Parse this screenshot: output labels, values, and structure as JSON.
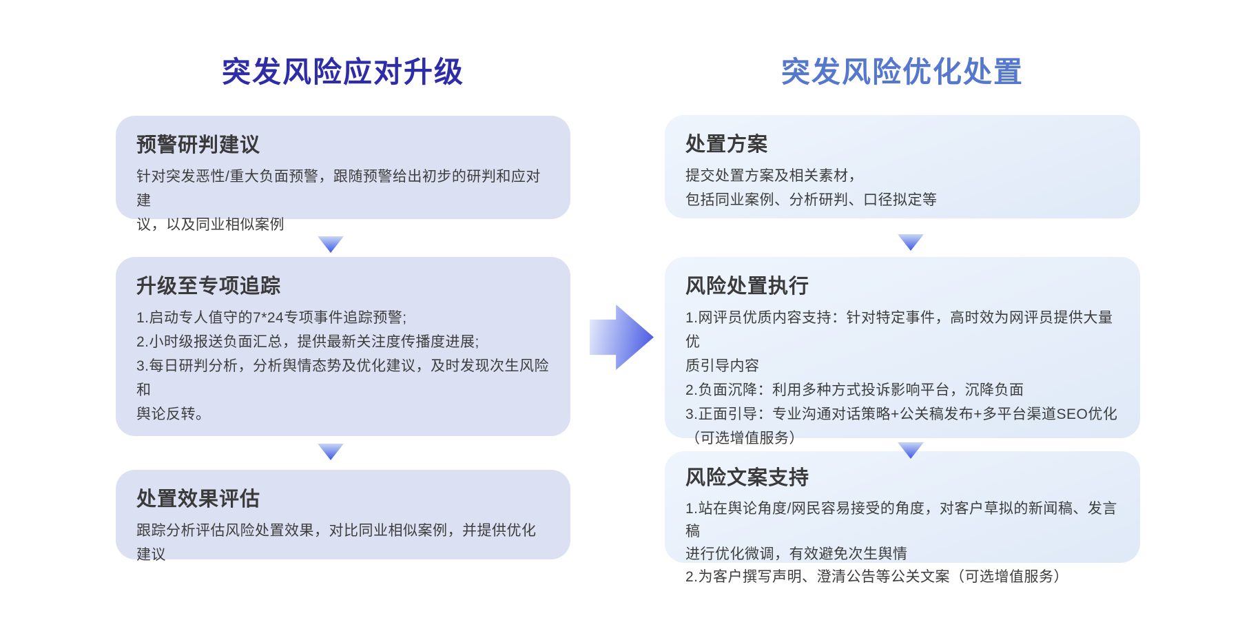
{
  "colors": {
    "title-left": "#2F2CA8",
    "title-right": "#5577CC",
    "card-left-bg": "#DCE0F3",
    "card-right-bg1": "#EFF5FD",
    "card-right-bg2": "#DFE9F7",
    "arrow-light": "#C9D6F3",
    "arrow-dark": "#3A57E6",
    "flow-arrow-start": "#EAEFFB",
    "flow-arrow-mid": "#8A99EE",
    "flow-arrow-end": "#4150E0",
    "card-title-text": "#3A3A3A",
    "card-body-text": "#3D3D3D"
  },
  "columns": [
    {
      "title": "突发风险应对升级",
      "cards": [
        {
          "title": "预警研判建议",
          "body": "针对突发恶性/重大负面预警，跟随预警给出初步的研判和应对建\n议，以及同业相似案例"
        },
        {
          "title": "升级至专项追踪",
          "body": "1.启动专人值守的7*24专项事件追踪预警;\n2.小时级报送负面汇总，提供最新关注度传播度进展;\n3.每日研判分析，分析舆情态势及优化建议，及时发现次生风险和\n舆论反转。"
        },
        {
          "title": "处置效果评估",
          "body": "跟踪分析评估风险处置效果，对比同业相似案例，并提供优化建议"
        }
      ]
    },
    {
      "title": "突发风险优化处置",
      "cards": [
        {
          "title": "处置方案",
          "body": "提交处置方案及相关素材，\n包括同业案例、分析研判、口径拟定等"
        },
        {
          "title": "风险处置执行",
          "body": "1.网评员优质内容支持：针对特定事件，高时效为网评员提供大量优\n质引导内容\n2.负面沉降：利用多种方式投诉影响平台，沉降负面\n3.正面引导：专业沟通对话策略+公关稿发布+多平台渠道SEO优化\n（可选增值服务）"
        },
        {
          "title": "风险文案支持",
          "body": "1.站在舆论角度/网民容易接受的角度，对客户草拟的新闻稿、发言稿\n进行优化微调，有效避免次生舆情\n2.为客户撰写声明、澄清公告等公关文案（可选增值服务）"
        }
      ]
    }
  ]
}
